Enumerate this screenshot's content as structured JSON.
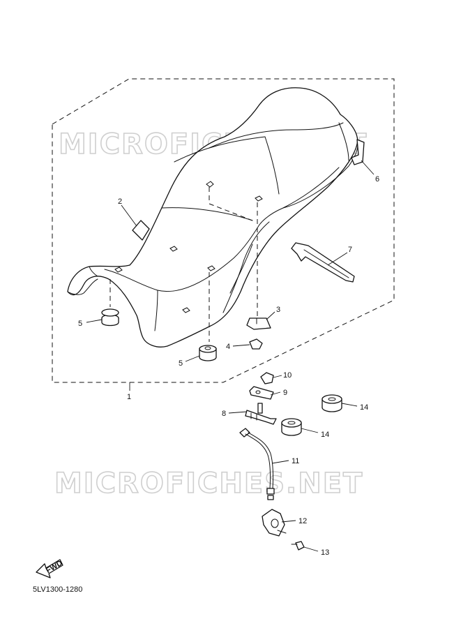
{
  "watermark": "MICROFICHES.NET",
  "diagram_code": "5LV1300-1280",
  "fwd_label": "FWD",
  "callouts": [
    {
      "id": "1",
      "label": "1"
    },
    {
      "id": "2",
      "label": "2"
    },
    {
      "id": "3",
      "label": "3"
    },
    {
      "id": "4",
      "label": "4"
    },
    {
      "id": "5a",
      "label": "5"
    },
    {
      "id": "5b",
      "label": "5"
    },
    {
      "id": "6",
      "label": "6"
    },
    {
      "id": "7",
      "label": "7"
    },
    {
      "id": "8",
      "label": "8"
    },
    {
      "id": "9",
      "label": "9"
    },
    {
      "id": "10",
      "label": "10"
    },
    {
      "id": "11",
      "label": "11"
    },
    {
      "id": "12",
      "label": "12"
    },
    {
      "id": "13",
      "label": "13"
    },
    {
      "id": "14a",
      "label": "14"
    },
    {
      "id": "14b",
      "label": "14"
    }
  ]
}
